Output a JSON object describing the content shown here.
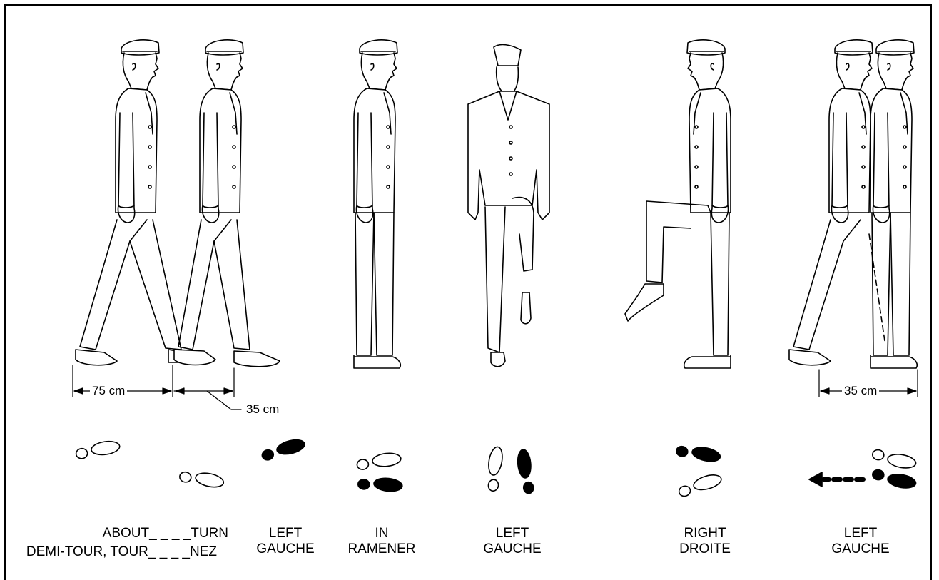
{
  "measurements": {
    "stride_a": "75 cm",
    "stride_b": "35 cm",
    "stride_c": "35 cm"
  },
  "labels": {
    "about_turn": {
      "line1": "ABOUT_ _ _ _TURN",
      "line2": "DEMI-TOUR, TOUR_ _ _ _NEZ"
    },
    "left_1": {
      "line1": "LEFT",
      "line2": "GAUCHE"
    },
    "in": {
      "line1": "IN",
      "line2": "RAMENER"
    },
    "left_2": {
      "line1": "LEFT",
      "line2": "GAUCHE"
    },
    "right": {
      "line1": "RIGHT",
      "line2": "DROITE"
    },
    "left_3": {
      "line1": "LEFT",
      "line2": "GAUCHE"
    }
  },
  "colors": {
    "ink": "#000000",
    "paper": "#ffffff"
  }
}
